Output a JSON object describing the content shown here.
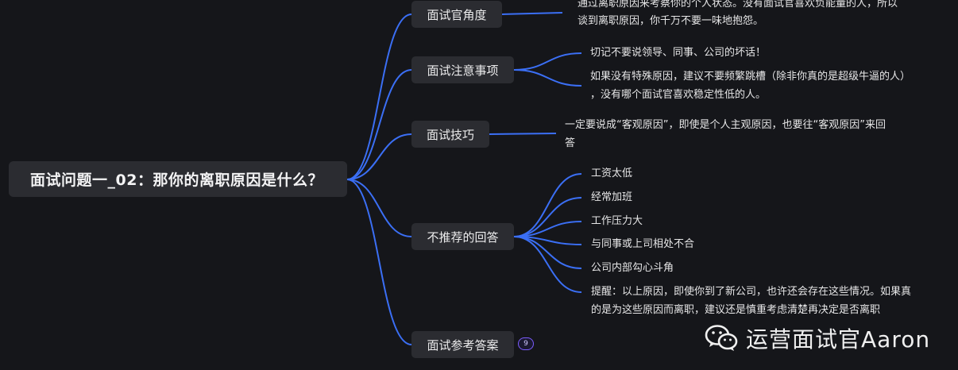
{
  "mindmap": {
    "root": {
      "label": "面试问题一_02：那你的离职原因是什么？"
    },
    "branches": [
      {
        "label": "面试官角度",
        "notes": [
          [
            "通过离职原因来考察你的个人状态。没有面试官喜欢负能量的人，所以",
            "谈到离职原因，你千万不要一味地抱怨。"
          ]
        ]
      },
      {
        "label": "面试注意事项",
        "notes": [
          [
            "切记不要说领导、同事、公司的坏话！"
          ],
          [
            "如果没有特殊原因，建议不要频繁跳槽（除非你真的是超级牛逼的人）",
            "，没有哪个面试官喜欢稳定性低的人。"
          ]
        ]
      },
      {
        "label": "面试技巧",
        "notes": [
          [
            "一定要说成“客观原因”，即使是个人主观原因，也要往“客观原因”来回",
            "答"
          ]
        ]
      },
      {
        "label": "不推荐的回答",
        "notes": [
          [
            "工资太低"
          ],
          [
            "经常加班"
          ],
          [
            "工作压力大"
          ],
          [
            "与同事或上司相处不合"
          ],
          [
            "公司内部勾心斗角"
          ],
          [
            "提醒：以上原因，即使你到了新公司，也许还会存在这些情况。如果真",
            "的是为这些原因而离职，建议还是慎重考虑清楚再决定是否离职"
          ]
        ]
      },
      {
        "label": "面试参考答案",
        "collapsed_count": "9",
        "notes": []
      }
    ],
    "colors": {
      "link": "#3b6ff5",
      "node_bg": "#2b2c31",
      "badge": "#7c5cff",
      "background": "#15161a"
    }
  },
  "watermark": {
    "icon": "wechat-icon",
    "text": "运营面试官Aaron"
  }
}
